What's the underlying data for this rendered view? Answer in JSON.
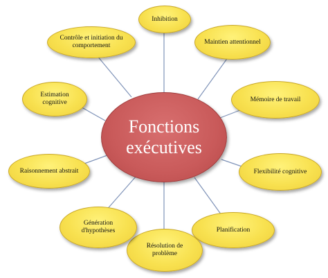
{
  "center": {
    "label": "Fonctions\nexécutives"
  },
  "colors": {
    "center_fill": "#c95a5a",
    "satellite_fill": "#f8e150",
    "connector": "#7f93b8"
  },
  "satellites": [
    {
      "label": "Inhibition"
    },
    {
      "label": "Maintien attentionnel"
    },
    {
      "label": "Mémoire de travail"
    },
    {
      "label": "Flexibilité cognitive"
    },
    {
      "label": "Planification"
    },
    {
      "label": "Résolution de problème"
    },
    {
      "label": "Génération d'hypothèses"
    },
    {
      "label": "Raisonnement abstrait"
    },
    {
      "label": "Estimation cognitive"
    },
    {
      "label": "Contrôle et initiation du comportement"
    }
  ]
}
